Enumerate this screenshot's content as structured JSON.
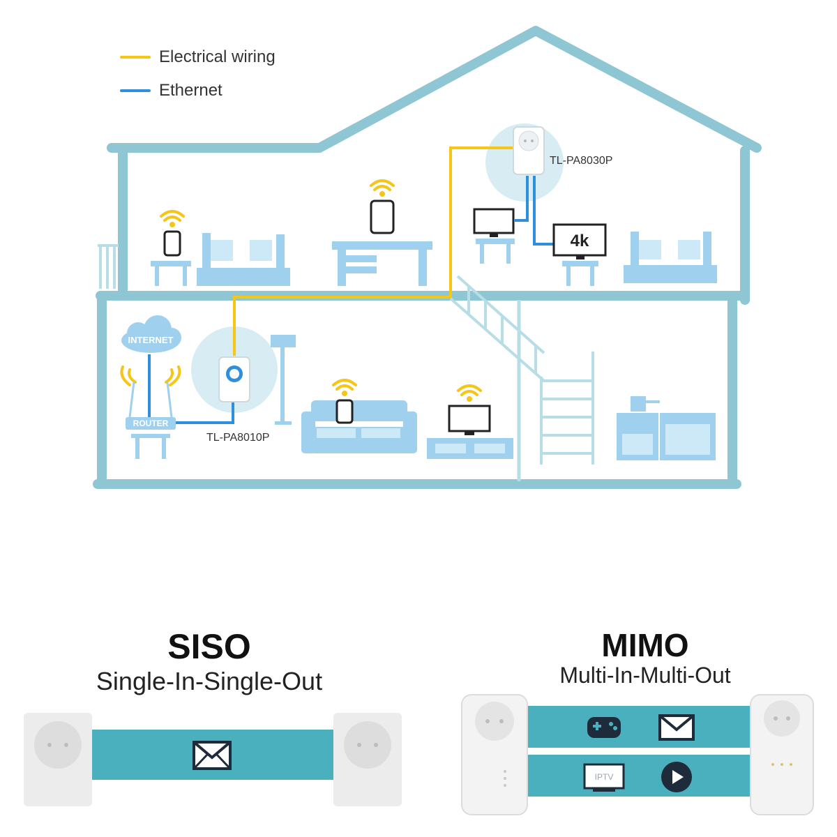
{
  "legend": {
    "electrical": {
      "label": "Electrical wiring",
      "color": "#f5c518"
    },
    "ethernet": {
      "label": "Ethernet",
      "color": "#2f8fdc"
    }
  },
  "house": {
    "wall_color": "#8ec6d4",
    "furniture_color": "#9fd0ee",
    "adapter_upstairs": "TL-PA8030P",
    "adapter_downstairs": "TL-PA8010P",
    "internet_label": "INTERNET",
    "router_label": "ROUTER",
    "tv_4k_label": "4k"
  },
  "comparison": {
    "siso": {
      "title": "SISO",
      "subtitle": "Single-In-Single-Out"
    },
    "mimo": {
      "title": "MIMO",
      "subtitle": "Multi-In-Multi-Out",
      "iptv_label": "IPTV"
    },
    "stream_color": "#4bb0bd"
  }
}
